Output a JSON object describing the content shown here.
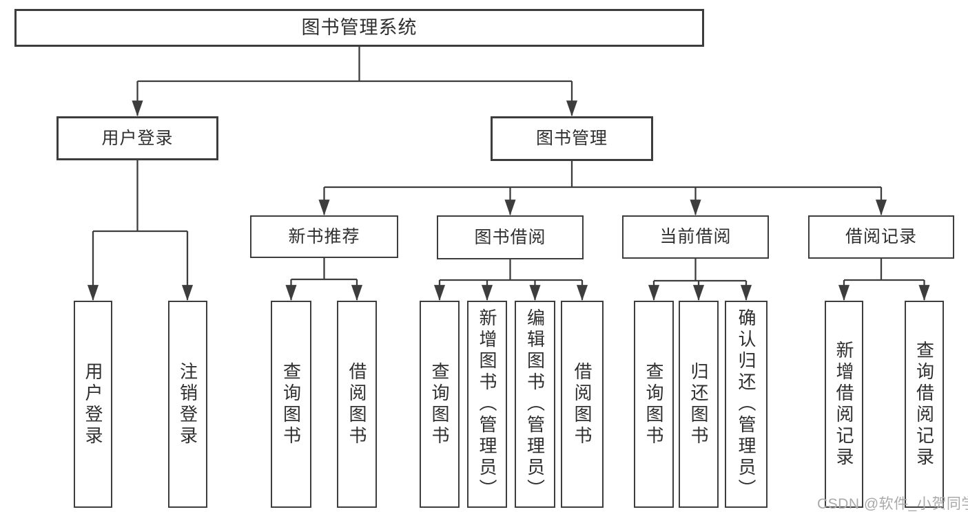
{
  "diagram_type": "hierarchy-tree",
  "colors": {
    "background": "#ffffff",
    "line": "#3d3d3d",
    "box_border": "#3d3d3d",
    "text": "#2f2f2f",
    "watermark": "#a9a9a9"
  },
  "tree": {
    "label": "图书管理系统",
    "children": [
      {
        "label": "用户登录",
        "children": [
          {
            "label": "用户登录"
          },
          {
            "label": "注销登录"
          }
        ]
      },
      {
        "label": "图书管理",
        "children": [
          {
            "label": "新书推荐",
            "children": [
              {
                "label": "查询图书"
              },
              {
                "label": "借阅图书"
              }
            ]
          },
          {
            "label": "图书借阅",
            "children": [
              {
                "label": "查询图书"
              },
              {
                "label": "新增图书（管理员）"
              },
              {
                "label": "编辑图书（管理员）"
              },
              {
                "label": "借阅图书"
              }
            ]
          },
          {
            "label": "当前借阅",
            "children": [
              {
                "label": "查询图书"
              },
              {
                "label": "归还图书"
              },
              {
                "label": "确认归还（管理员）"
              }
            ]
          },
          {
            "label": "借阅记录",
            "children": [
              {
                "label": "新增借阅记录"
              },
              {
                "label": "查询借阅记录"
              }
            ]
          }
        ]
      }
    ]
  },
  "watermark": {
    "text": "CSDN @软件_小贺同学"
  }
}
